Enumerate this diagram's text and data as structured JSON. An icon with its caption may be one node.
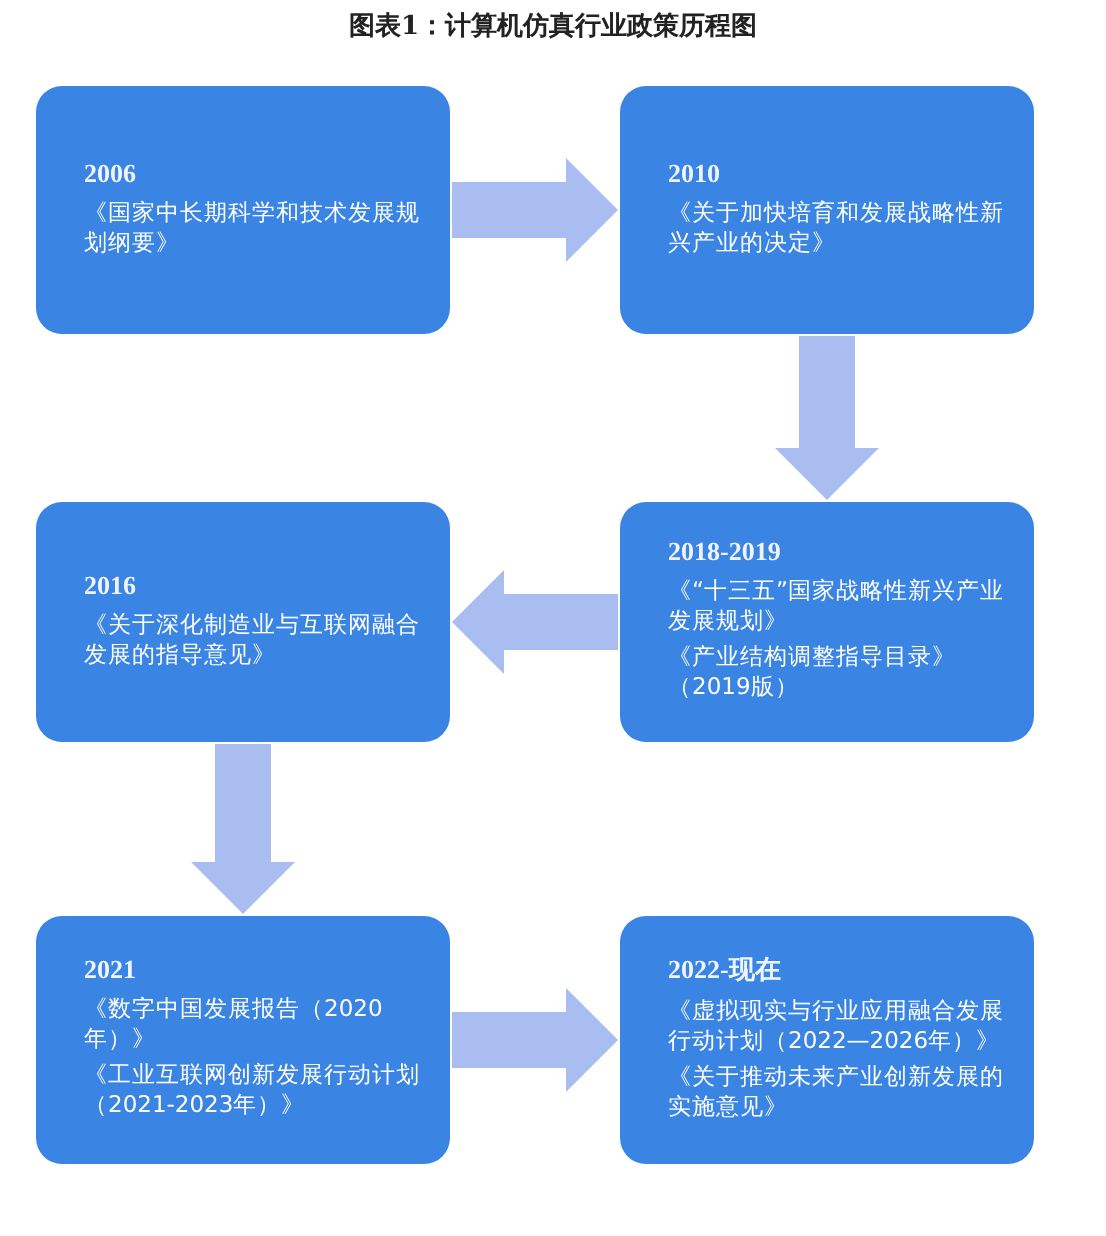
{
  "diagram": {
    "title": "图表1：计算机仿真行业政策历程图",
    "nodes": [
      {
        "text": [
          "2006",
          "《国家中长期科学和技术发展规划纲要》"
        ]
      },
      {
        "text": [
          "2010",
          "《关于加快培育和发展战略性新兴产业的决定》"
        ]
      },
      {
        "text": [
          "2016",
          "《关于深化制造业与互联网融合发展的指导意见》"
        ]
      },
      {
        "text": [
          "2018-2019",
          "《“十三五”国家战略性新兴产业发展规划》",
          "《产业结构调整指导目录》（2019版）"
        ]
      },
      {
        "text": [
          "2021",
          "《数字中国发展报告（2020年）》",
          "《工业互联网创新发展行动计划（2021-2023年）》"
        ]
      },
      {
        "text": [
          "2022-现在",
          "《虚拟现实与行业应用融合发展行动计划（2022—2026年）》",
          "《关于推动未来产业创新发展的实施意见》"
        ]
      }
    ],
    "edges": [
      {
        "from": 0,
        "to": 1,
        "arrow": "to"
      },
      {
        "from": 1,
        "to": 3,
        "arrow": "to"
      },
      {
        "from": 3,
        "to": 2,
        "arrow": "to"
      },
      {
        "from": 2,
        "to": 4,
        "arrow": "to"
      },
      {
        "from": 4,
        "to": 5,
        "arrow": "to"
      }
    ]
  }
}
